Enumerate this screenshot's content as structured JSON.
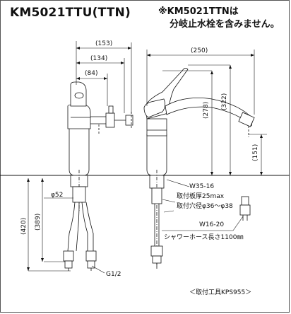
{
  "model": "KM5021TTU(TTN)",
  "note": {
    "line1": "※KM5021TTNは",
    "line2": "分岐止水栓を含みません。"
  },
  "dims": {
    "d153": "(153)",
    "d134": "(134)",
    "d84": "(84)",
    "d250": "(250)",
    "d278": "(278)",
    "d322": "(322)",
    "d151": "(151)",
    "d420": "(420)",
    "d389": "(389)",
    "phi52": "φ52"
  },
  "labels": {
    "w35": "W35-16",
    "thick": "取付板厚25max",
    "hole": "取付穴径φ36～φ38",
    "w16": "W16-20",
    "hose": "シャワーホース長さ1100㎜",
    "g12": "G1/2",
    "tool": "＜取付工具KPS955＞"
  },
  "colors": {
    "line": "#111111",
    "body": "#ffffff"
  }
}
